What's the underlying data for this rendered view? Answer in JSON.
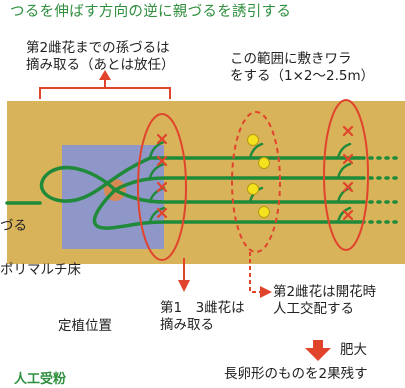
{
  "title": "つるを伸ばす方向の逆に親づるを誘引する",
  "labels": {
    "remove_grandchild_line1": "第2雌花までの孫づるは",
    "remove_grandchild_line2": "摘み取る（あとは放任）",
    "straw_line1": "この範囲に敷きワラ",
    "straw_line2": "をする（1×2〜2.5m）",
    "parent_vine": "づる",
    "mulch_bed": "ポリマルチ床",
    "planting_position": "定植位置",
    "first_third_line1": "第1　3雌花は",
    "first_third_line2": "摘み取る",
    "second_female_line1": "第2雌花は開花時",
    "second_female_line2": "人工交配する",
    "enlarge": "肥大",
    "keep_two": "長卵形のものを2果残す",
    "bottom_heading": "人工受粉"
  },
  "colors": {
    "field": "#d9b35a",
    "mulch": "#8f97c8",
    "vine": "#1f8a3a",
    "loop": "#e0442c",
    "flower": "#f4e21e",
    "accent_text": "#2f8f3e",
    "arrow_big": "#e0442c"
  }
}
